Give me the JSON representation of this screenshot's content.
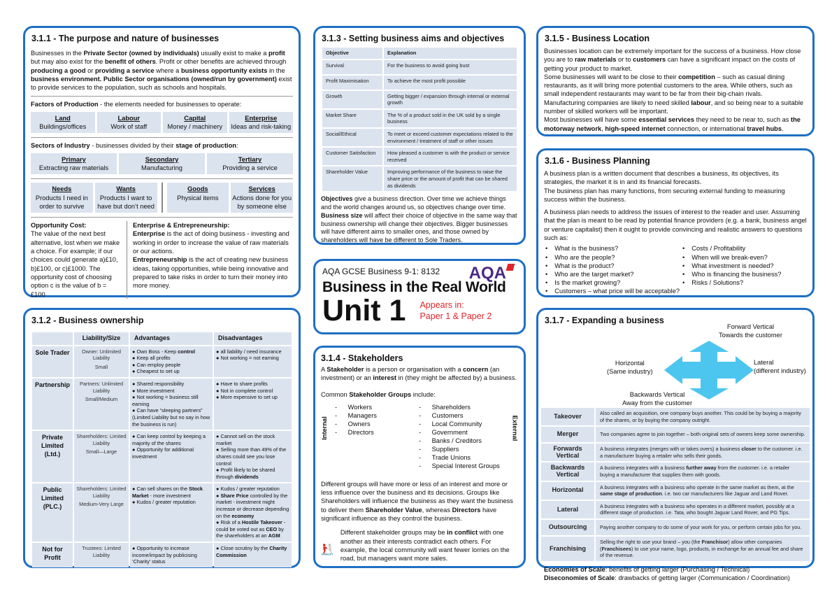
{
  "s311": {
    "title": "3.1.1 - The purpose and nature of businesses",
    "intro": [
      "Businesses in the ",
      {
        "b": "Private Sector (owned by individuals)"
      },
      " usually exist to make a ",
      {
        "b": "profit"
      },
      " but may also exist for the ",
      {
        "b": "benefit of others"
      },
      ". Profit or other benefits are achieved through ",
      {
        "b": "producing a good"
      },
      " or ",
      {
        "b": "providing a service"
      },
      " where a ",
      {
        "b": "business opportunity exists"
      },
      " in the ",
      {
        "b": "business environment. Public Sector organisations (owned/run by government)"
      },
      " exist to provide services to the population, such as schools and hospitals."
    ],
    "factors_intro": [
      {
        "b": "Factors of Production"
      },
      " - the elements needed for businesses to operate:"
    ],
    "factors": [
      {
        "name": "Land",
        "desc": "Buildings/offices"
      },
      {
        "name": "Labour",
        "desc": "Work of staff"
      },
      {
        "name": "Capital",
        "desc": "Money / machinery"
      },
      {
        "name": "Enterprise",
        "desc": "Ideas and risk-taking"
      }
    ],
    "sectors_intro": [
      {
        "b": "Sectors of Industry"
      },
      " - businesses divided by their ",
      {
        "b": "stage of production"
      },
      ":"
    ],
    "sectors": [
      {
        "name": "Primary",
        "desc": "Extracting raw materials"
      },
      {
        "name": "Secondary",
        "desc": "Manufacturing"
      },
      {
        "name": "Tertiary",
        "desc": "Providing a service"
      }
    ],
    "needs": [
      {
        "name": "Needs",
        "desc": "Products I need in order to survive"
      },
      {
        "name": "Wants",
        "desc": "Products I want to have but don’t need"
      }
    ],
    "goods": [
      {
        "name": "Goods",
        "desc": "Physical items"
      },
      {
        "name": "Services",
        "desc": "Actions done for you by someone else"
      }
    ],
    "opp_title": "Opportunity Cost:",
    "opp_text": "The value of the next best alternative, lost when we make a choice. For example; if our choices could generate a)£10, b)£100, or c)£1000. The opportunity cost of choosing option c is the value of b = £100",
    "ent_title": "Enterprise & Entrepreneurship:",
    "ent_text": [
      {
        "b": "Enterprise"
      },
      " is the act of doing business - investing and working in order to increase the value of raw materials or our actions."
    ],
    "entr_text": [
      {
        "b": "Entrepreneurship"
      },
      " is the act of creating new business ideas, taking opportunities, while being innovative and prepared to take risks in order to turn their money into more money."
    ]
  },
  "s312": {
    "title": "3.1.2 - Business ownership",
    "headers": [
      "",
      "Liability/Size",
      "Advantages",
      "Disadvantages"
    ],
    "rows": [
      {
        "name": "Sole Trader",
        "liability": "Owner: Unlimited Liability",
        "size": "Small",
        "adv": [
          [
            "Own Boss - Keep ",
            {
              "b": "control"
            }
          ],
          [
            "Keep all profits"
          ],
          [
            "Can employ people"
          ],
          [
            "Cheapest to set up"
          ]
        ],
        "dis": [
          [
            "all liability / need insurance"
          ],
          [
            "Not working = not earning"
          ]
        ]
      },
      {
        "name": "Partnership",
        "liability": "Partners: Unlimited Liability",
        "size": "Small/Medium",
        "adv": [
          [
            "Shared responsibility"
          ],
          [
            "More investment"
          ],
          [
            "Not working = business still earning"
          ],
          [
            "Can have “sleeping partners” (Limited Liability but no say in how the business is run)"
          ]
        ],
        "dis": [
          [
            "Have to share profits"
          ],
          [
            "Not in complete control"
          ],
          [
            "More expensive to set up"
          ]
        ]
      },
      {
        "name": "Private Limited (Ltd.)",
        "liability": "Shareholders: Limited Liability",
        "size": "Small—Large",
        "adv": [
          [
            "Can keep control by keeping a majority of the shares"
          ],
          [
            "Opportunity for additional investment"
          ]
        ],
        "dis": [
          [
            "Cannot sell on the stock market"
          ],
          [
            "Selling more than 49% of the shares could see you lose control"
          ],
          [
            "Profit likely to be shared through ",
            {
              "b": "dividends"
            }
          ]
        ]
      },
      {
        "name": "Public Limited (PLC.)",
        "liability": "Shareholders: Limited Liability",
        "size": "Medium-Very Large",
        "adv": [
          [
            "Can sell shares on the ",
            {
              "b": "Stock Market"
            },
            " - more investment"
          ],
          [
            "Kudos / greater reputation"
          ]
        ],
        "dis": [
          [
            "Kudos / greater reputation"
          ],
          [
            {
              "b": "Share Price"
            },
            " controlled by the market - investment might increase or decrease depending on the ",
            {
              "b": "economy"
            }
          ],
          [
            "Risk of a ",
            {
              "b": "Hostile Takeover"
            },
            " - could be voted out as ",
            {
              "b": "CEO"
            },
            " by the shareholders at an ",
            {
              "b": "AGM"
            }
          ]
        ]
      },
      {
        "name": "Not for Profit",
        "liability": "Trustees: Limited Liability",
        "size": "",
        "adv": [
          [
            "Opportunity to increase income/impact by publicising ‘Charity’ status"
          ]
        ],
        "dis": [
          [
            "Close scrutiny by the ",
            {
              "b": "Charity Commission"
            }
          ]
        ]
      }
    ]
  },
  "s313": {
    "title": "3.1.3 - Setting business aims and objectives",
    "headers": [
      "Objective",
      "Explanation"
    ],
    "rows": [
      [
        "Survival",
        "For the business to avoid going bust"
      ],
      [
        "Profit Maximisation",
        "To achieve the most profit possible"
      ],
      [
        "Growth",
        "Getting bigger / expansion through internal or external growth"
      ],
      [
        "Market Share",
        "The % of a product sold in the UK sold by a single business"
      ],
      [
        "Social/Ethical",
        "To meet or exceed customer expectations related to the environment / treatment of staff or other issues"
      ],
      [
        "Customer Satisfaction",
        "How pleased a customer is with the product or service received"
      ],
      [
        "Shareholder Value",
        "Improving performance of the business to raise the share price or the amount of profit that can be shared as dividends"
      ]
    ],
    "text": [
      {
        "b": "Objectives"
      },
      " give a business direction. Over time we achieve things and the world changes around us, so objectives change over time. ",
      {
        "b": "Business size"
      },
      " will affect their choice of objective in the same way that business ownership will change their objectives. Bigger businesses will have different aims to smaller ones, and those owned by shareholders will have be different to Sole Traders."
    ]
  },
  "title_card": {
    "course": "AQA GCSE Business 9-1: 8132",
    "logo": "AQA",
    "title": "Business in the Real World",
    "unit": "Unit 1",
    "appears1": "Appears in:",
    "appears2": "Paper 1 & Paper 2",
    "logo_color": "#4b2a84",
    "accent": "#e0262b"
  },
  "s314": {
    "title": "3.1.4 - Stakeholders",
    "def": [
      "A ",
      {
        "b": "Stakeholder"
      },
      " is a person or organisation with a ",
      {
        "b": "concern"
      },
      " (an investment) or an ",
      {
        "b": "interest"
      },
      " in (they might be affected by) a business."
    ],
    "groups_intro": [
      "Common ",
      {
        "b": "Stakeholder Groups"
      },
      " include:"
    ],
    "internal_label": "Internal",
    "external_label": "External",
    "internal": [
      "Workers",
      "Managers",
      "Owners",
      "Directors"
    ],
    "external": [
      "Shareholders",
      "Customers",
      "Local Community",
      "Government",
      "Banks / Creditors",
      "Suppliers",
      "Trade Unions",
      "Special Interest Groups"
    ],
    "influence": [
      "Different groups will have more or less of an interest and more or less influence over the business and its decisions. Groups like Shareholders will influence the business as they want the business to deliver them ",
      {
        "b": "Shareholder Value"
      },
      ", whereas ",
      {
        "b": "Directors"
      },
      " have significant influence as they control the business."
    ],
    "conflict_img_text": "CONFLICT",
    "conflict": [
      "Different stakeholder groups may be ",
      {
        "b": "in conflict"
      },
      " with one another as their interests contradict each others. For example, the local community will want fewer lorries on the road, but managers want more sales."
    ]
  },
  "s315": {
    "title": "3.1.5 - Business Location",
    "text": [
      "Businesses location can be extremely important for the success of a business. How close you are to ",
      {
        "b": "raw materials"
      },
      " or to ",
      {
        "b": "customers"
      },
      " can have a significant impact on the costs of getting your product to market.\nSome businesses will want to be close to their ",
      {
        "b": "competition"
      },
      " – such as casual dining restaurants, as it will bring more potential customers to the area. While others, such as small independent restaurants may want to be far from their big-chain rivals.\nManufacturing companies are likely to need skilled ",
      {
        "b": "labour"
      },
      ", and so being near to a suitable number of skilled workers will be important.\nMost businesses will have some ",
      {
        "b": "essential services"
      },
      " they need to be near to, such as ",
      {
        "b": "the motorway network"
      },
      ", ",
      {
        "b": "high-speed internet"
      },
      " connection, or international ",
      {
        "b": "travel hubs"
      },
      "."
    ]
  },
  "s316": {
    "title": "3.1.6 - Business Planning",
    "p1": "A business plan is a written document that describes a business, its objectives, its strategies, the market it is in and its financial forecasts.\nThe business plan has many functions, from securing external funding to measuring success within the business.",
    "p2": "A business plan needs to address the issues of interest to the reader and user. Assuming that the plan is meant to be read by potential finance providers (e.g. a bank, business angel or venture capitalist) then it ought to provide convincing and realistic answers to questions such as:",
    "left": [
      "What is the business?",
      "Who are the people?",
      "What is the product?",
      "Who are the target market?",
      "Is the market growing?",
      "Customers – what price will be acceptable?"
    ],
    "right": [
      "Costs / Profitability",
      "When will we break-even?",
      "What investment is needed?",
      "Who is financing the business?",
      "Risks / Solutions?"
    ]
  },
  "s317": {
    "title": "3.1.7 - Expanding a business",
    "arrow_color": "#4cc6ee",
    "up1": "Forward Vertical",
    "up2": "Towards the customer",
    "left1": "Horizontal",
    "left2": "(Same industry)",
    "right1": "Lateral",
    "right2": "(different industry)",
    "down1": "Backwards Vertical",
    "down2": "Away from the customer",
    "rows": [
      {
        "name": "Takeover",
        "desc": [
          "Also called an acquisition, one company buys another. This could be by buying a majority of the shares, or by buying the company outright."
        ]
      },
      {
        "name": "Merger",
        "desc": [
          "Two companies agree to join together – both original sets of owners keep some ownership."
        ]
      },
      {
        "name": "Forwards Vertical",
        "desc": [
          "A business integrates (merges with or takes overs) a business ",
          {
            "b": "closer"
          },
          " to the customer. i.e. a manufacturer buying a retailer who sells their goods."
        ]
      },
      {
        "name": "Backwards Vertical",
        "desc": [
          "A business integrates with a business ",
          {
            "b": "further away"
          },
          " from the customer. i.e. a retailer buying a manufacturer that supplies them with goods."
        ]
      },
      {
        "name": "Horizontal",
        "desc": [
          "A business integrates with a business who operate in the same market as them, at the ",
          {
            "b": "same stage of production"
          },
          ". i.e. two car manufacturers like Jaguar and Land Rover."
        ]
      },
      {
        "name": "Lateral",
        "desc": [
          "A business integrates with a business who operates in a different market, possibly at a different stage of production. i.e. Tata, who bought Jaguar Land Rover, and PG Tips."
        ]
      },
      {
        "name": "Outsourcing",
        "desc": [
          "Paying another company to do some of your work for you, or perform certain jobs for you."
        ]
      },
      {
        "name": "Franchising",
        "desc": [
          "Selling the right to use your brand – you (the ",
          {
            "b": "Franchisor"
          },
          ") allow other companies (",
          {
            "b": "Franchisees"
          },
          ") to use your name, logo, products, in exchange for an annual fee and share of the revenue."
        ]
      }
    ],
    "eos": [
      {
        "b": "Economies of Scale"
      },
      ": benefits of getting larger (Purchasing / Technical)"
    ],
    "dos": [
      {
        "b": "Diseconomies of Scale"
      },
      ": drawbacks of getting larger (Communication / Coordination)"
    ]
  }
}
